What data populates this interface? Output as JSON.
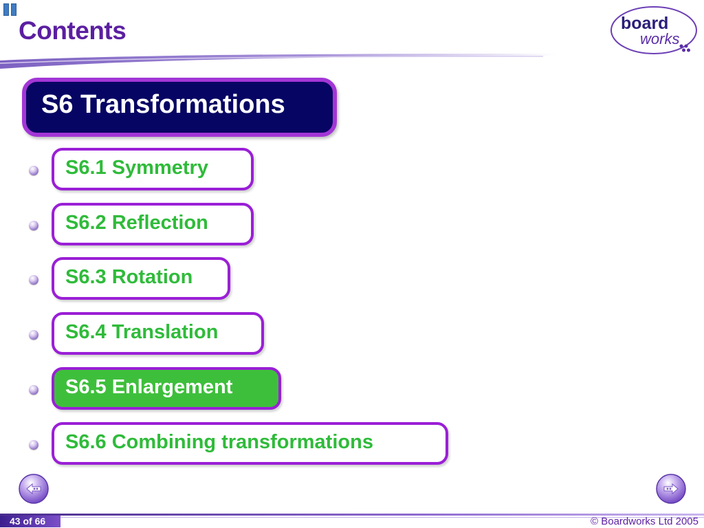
{
  "header": {
    "title": "Contents",
    "logo": {
      "line1": "board",
      "line2": "works"
    }
  },
  "main": {
    "heading": "S6 Transformations",
    "items": [
      {
        "label": "S6.1 Symmetry",
        "active": false
      },
      {
        "label": "S6.2 Reflection",
        "active": false
      },
      {
        "label": "S6.3 Rotation",
        "active": false
      },
      {
        "label": "S6.4 Translation",
        "active": false
      },
      {
        "label": "S6.5 Enlargement",
        "active": true
      },
      {
        "label": "S6.6 Combining transformations",
        "active": false
      }
    ]
  },
  "footer": {
    "page_counter": "43 of 66",
    "copyright": "© Boardworks Ltd 2005"
  },
  "icons": {
    "pause": "pause-icon",
    "back": "arrow-left-icon",
    "forward": "arrow-right-icon",
    "bullet": "bullet-icon"
  },
  "colors": {
    "title": "#5b1fa1",
    "heading_bg": "#070563",
    "heading_border": "#a336d6",
    "item_border": "#9a1fd6",
    "item_text": "#2fbb3a",
    "active_bg": "#3ebf3c"
  }
}
